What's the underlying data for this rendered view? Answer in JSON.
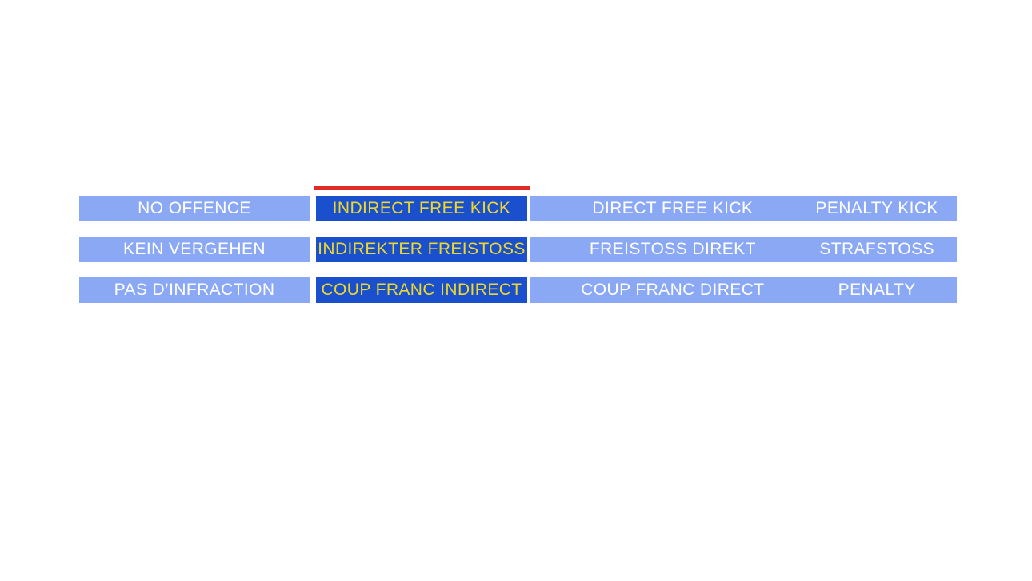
{
  "colors": {
    "option_bg": "#8ba8f5",
    "option_text": "#ffffff",
    "selected_bg": "#1a4fce",
    "selected_text": "#edd92b",
    "indicator_red": "#e42a24",
    "page_bg": "#ffffff"
  },
  "quiz": {
    "selected_column_label": "INDIRECT FREE KICK",
    "rows": [
      {
        "language": "english",
        "cells": [
          "NO OFFENCE",
          "INDIRECT FREE KICK",
          "DIRECT FREE KICK",
          "PENALTY KICK"
        ],
        "selected_index": 1
      },
      {
        "language": "german",
        "cells": [
          "KEIN VERGEHEN",
          "INDIREKTER FREISTOSS",
          "FREISTOSS DIREKT",
          "STRAFSTOSS"
        ],
        "selected_index": 1
      },
      {
        "language": "french",
        "cells": [
          "PAS D’INFRACTION",
          "COUP FRANC INDIRECT",
          "COUP FRANC DIRECT",
          "PENALTY"
        ],
        "selected_index": 1
      }
    ]
  }
}
